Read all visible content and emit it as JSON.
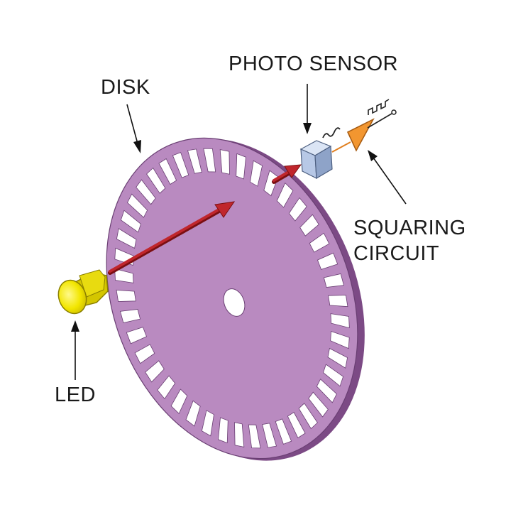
{
  "labels": {
    "disk": "DISK",
    "photo_sensor": "PHOTO SENSOR",
    "squaring_line1": "SQUARING",
    "squaring_line2": "CIRCUIT",
    "led": "LED"
  },
  "components": {
    "disk": {
      "slot_count": 44,
      "face_color": "#b98ac0",
      "edge_color": "#7c4a85"
    },
    "led": {
      "color": "#f2e600"
    },
    "photo_sensor": {
      "color": "#b7c8e6"
    },
    "squaring_circuit": {
      "color": "#f29630"
    },
    "light_beam": {
      "color": "#c0262c"
    }
  }
}
